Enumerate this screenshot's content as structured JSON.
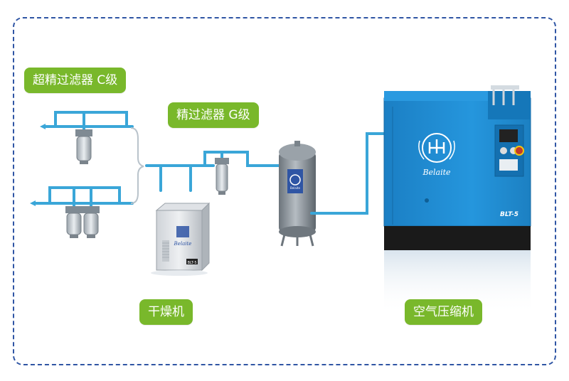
{
  "labels": {
    "ultra_filter": "超精过滤器 C级",
    "fine_filter": "精过滤器 G级",
    "dryer": "干燥机",
    "compressor": "空气压缩机"
  },
  "compressor": {
    "brand": "Belaite",
    "model": "BLT-5"
  },
  "dryer": {
    "brand": "Belaite",
    "plate": "BLT-5"
  },
  "tank": {
    "brand": "Belaite"
  },
  "colors": {
    "frame": "#2f55a4",
    "label_bg": "#79b82b",
    "pipe": "#3aa6d8",
    "compressor_body": "#1f8fd6",
    "compressor_base": "#1a1a1a",
    "tank": "#8c949c"
  }
}
